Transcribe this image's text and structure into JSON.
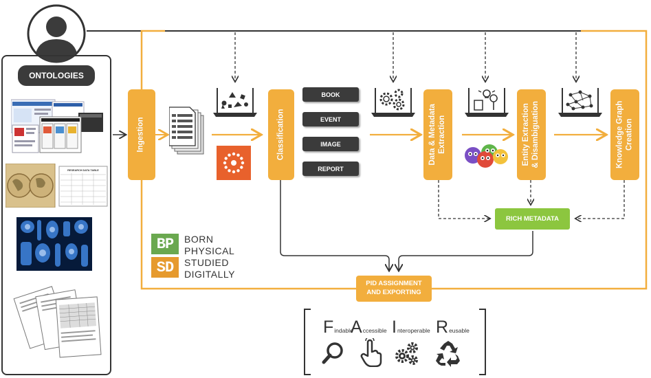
{
  "ontologies_label": "ONTOLOGIES",
  "stages": {
    "ingestion": "Ingestion",
    "classification": "Classification",
    "data_metadata_line1": "Data & Metadata",
    "data_metadata_line2": "Extraction",
    "entity_line1": "Entity Extraction",
    "entity_line2": "& Disambiguation",
    "kg_line1": "Knowledge Graph",
    "kg_line2": "Creation"
  },
  "categories": [
    "BOOK",
    "EVENT",
    "IMAGE",
    "REPORT"
  ],
  "rich_metadata": "RICH METADATA",
  "pid_line1": "PID ASSIGNMENT",
  "pid_line2": "AND EXPORTING",
  "bpsd": {
    "b1": "BP",
    "b2": "SD",
    "line1": "BORN",
    "line2": "PHYSICAL",
    "line3": "STUDIED",
    "line4": "DIGITALLY"
  },
  "fair": [
    {
      "big": "F",
      "small": "indable"
    },
    {
      "big": "A",
      "small": "ccessible"
    },
    {
      "big": "I",
      "small": "nteroperable"
    },
    {
      "big": "R",
      "small": "eusable"
    }
  ],
  "research_table_title": "RESEARCH DATA TABLE",
  "colors": {
    "orange": "#f2ae3d",
    "dark": "#3b3b3b",
    "green": "#8cc63f",
    "bp_green": "#6aa84f",
    "sd_orange": "#e69a2e",
    "crossref": "#e8612c"
  },
  "icons": [
    "user-icon",
    "documents-icon",
    "shapes-laptop-icon",
    "gears-laptop-icon",
    "location-laptop-icon",
    "network-laptop-icon",
    "crossref-logo-icon",
    "faces-icon",
    "magnifier-icon",
    "pointer-hand-icon",
    "gears-icon",
    "recycle-icon"
  ]
}
